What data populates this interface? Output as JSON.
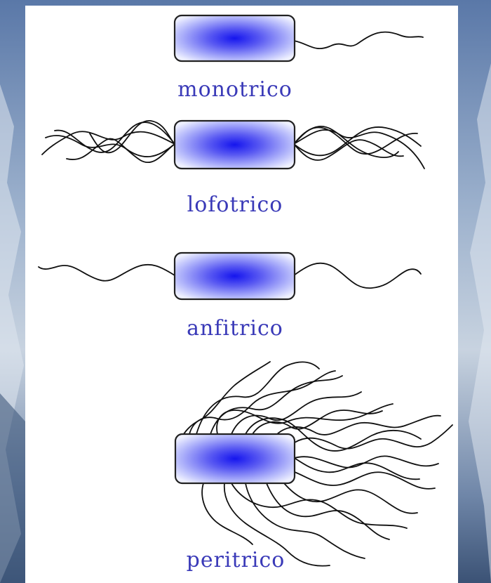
{
  "colors": {
    "label_text": "#3a3ab8",
    "cell_center": "#1515ee",
    "cell_edge": "#eef0ff",
    "flagellum": "#101010",
    "panel": "#ffffff"
  },
  "diagrams": [
    {
      "key": "monotrico",
      "label": "monotrico"
    },
    {
      "key": "lofotrico",
      "label": "lofotrico"
    },
    {
      "key": "anfitrico",
      "label": "anfitrico"
    },
    {
      "key": "peritrico",
      "label": "peritrico"
    }
  ]
}
